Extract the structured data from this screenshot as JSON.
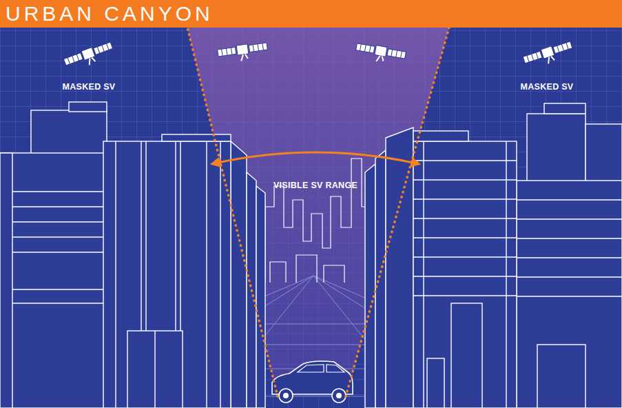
{
  "diagram": {
    "title": "URBAN CANYON",
    "labels": [
      "MASKED SV",
      "VISIBLE SV RANGE",
      "MASKED SV"
    ]
  }
}
